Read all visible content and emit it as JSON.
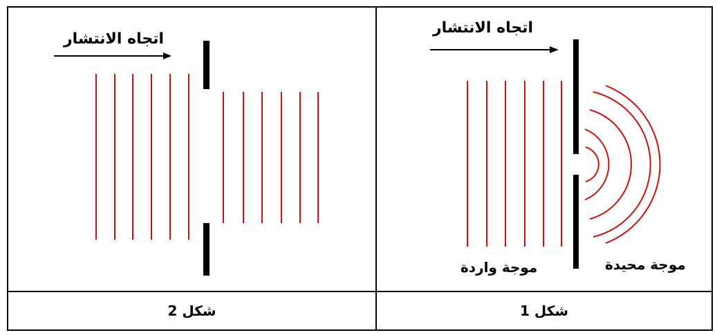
{
  "figure1": {
    "caption": "شكل 1",
    "direction_label": "اتجاه الانتشار",
    "incident_wave_label": "موجة واردة",
    "diffracted_wave_label": "موجة محيدة"
  },
  "figure2": {
    "caption": "شكل 2",
    "direction_label": "اتجاه الانتشار"
  },
  "colors": {
    "wave": "#cc1111",
    "barrier": "#000000"
  }
}
